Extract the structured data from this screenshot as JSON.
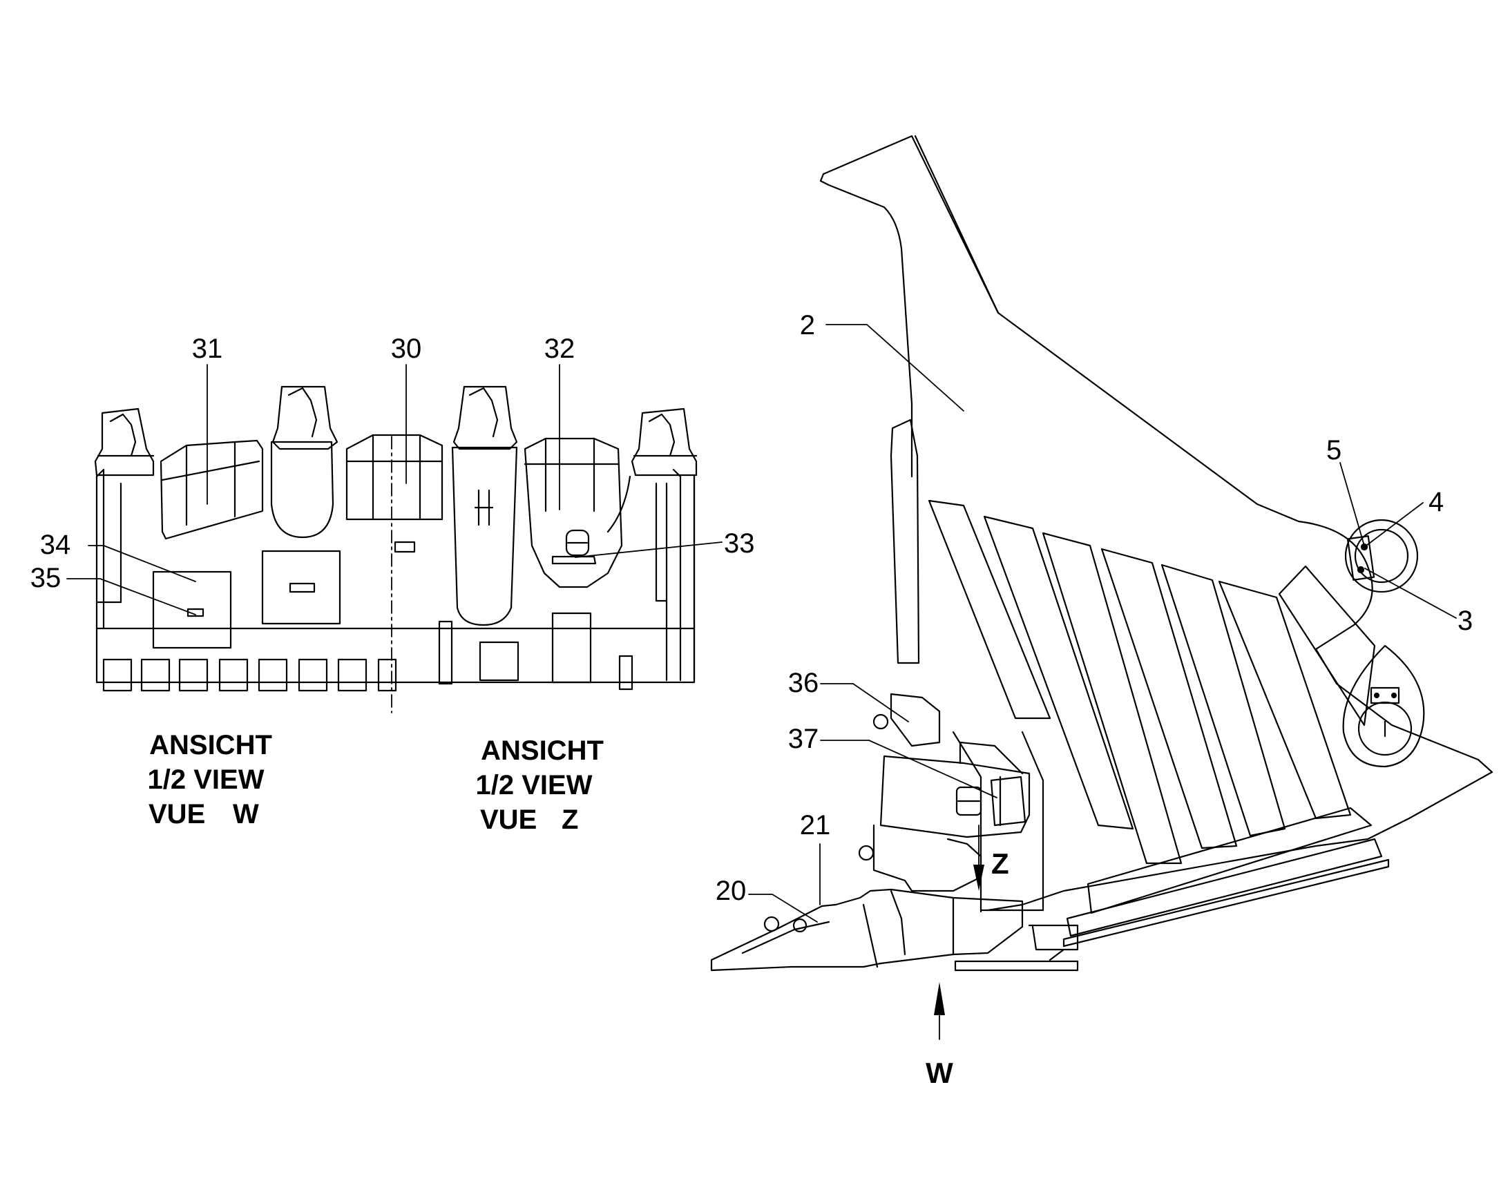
{
  "callouts": {
    "c2": "2",
    "c3": "3",
    "c4": "4",
    "c5": "5",
    "c20": "20",
    "c21": "21",
    "c30": "30",
    "c31": "31",
    "c32": "32",
    "c33": "33",
    "c34": "34",
    "c35": "35",
    "c36": "36",
    "c37": "37"
  },
  "view_w": {
    "line1": "ANSICHT",
    "line2": "1/2 VIEW",
    "line3_prefix": "VUE",
    "line3_letter": "W"
  },
  "view_z": {
    "line1": "ANSICHT",
    "line2": "1/2 VIEW",
    "line3_prefix": "VUE",
    "line3_letter": "Z"
  },
  "arrows": {
    "z_label": "Z",
    "w_label": "W"
  }
}
